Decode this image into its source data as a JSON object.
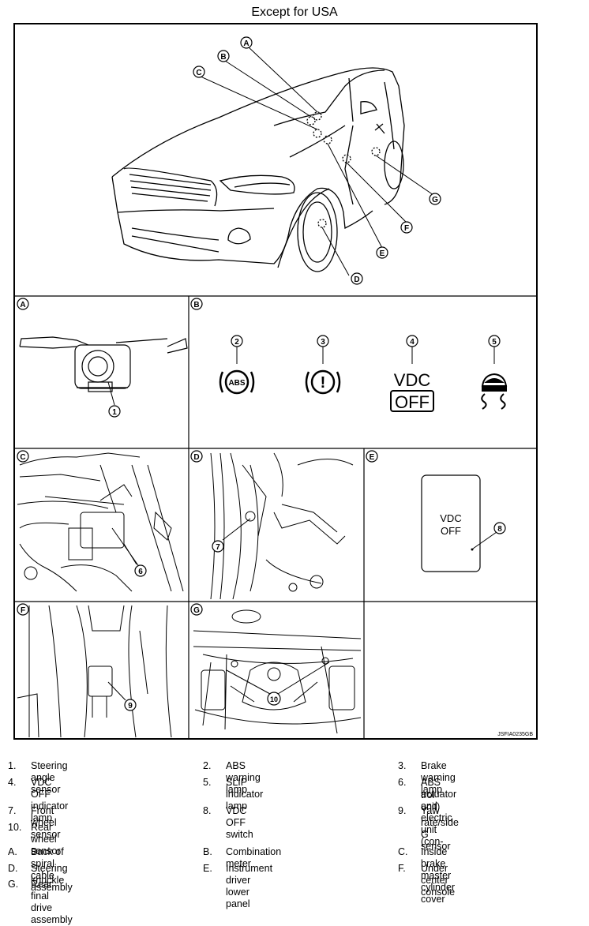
{
  "title": "Except for USA",
  "figure_code": "JSFIA0235GB",
  "callouts": {
    "A": "A",
    "B": "B",
    "C": "C",
    "D": "D",
    "E": "E",
    "F": "F",
    "G": "G"
  },
  "numbers": {
    "n1": "1",
    "n2": "2",
    "n3": "3",
    "n4": "4",
    "n5": "5",
    "n6": "6",
    "n7": "7",
    "n8": "8",
    "n9": "9",
    "n10": "10"
  },
  "meter": {
    "abs_text": "ABS",
    "brake_text": "!",
    "vdc_text": "VDC",
    "off_text": "OFF"
  },
  "switch": {
    "line1": "VDC",
    "line2": "OFF"
  },
  "legend_numbered": [
    {
      "num": "1.",
      "text": "Steering angle sensor"
    },
    {
      "num": "2.",
      "text": "ABS warning lamp"
    },
    {
      "num": "3.",
      "text": "Brake warning lamp"
    },
    {
      "num": "4.",
      "text": "VDC OFF indicator lamp"
    },
    {
      "num": "5.",
      "text": "SLIP indicator lamp"
    },
    {
      "num": "6.",
      "text": "ABS actuator and electric unit (con-"
    },
    {
      "num": "",
      "text": "trol unit)"
    },
    {
      "num": "7.",
      "text": "Front wheel sensor"
    },
    {
      "num": "8.",
      "text": "VDC OFF switch"
    },
    {
      "num": "9.",
      "text": "Yaw rate/side G sensor"
    },
    {
      "num": "10.",
      "text": "Rear wheel sensor"
    }
  ],
  "legend_lettered": [
    {
      "num": "A.",
      "text": "Back of spiral cable assembly"
    },
    {
      "num": "B.",
      "text": "Combination meter"
    },
    {
      "num": "C.",
      "text": "Inside brake master cylinder cover"
    },
    {
      "num": "D.",
      "text": "Steering knuckle"
    },
    {
      "num": "E.",
      "text": "Instrument driver lower panel"
    },
    {
      "num": "F.",
      "text": "Under center console"
    },
    {
      "num": "G.",
      "text": "Rear final drive assembly"
    }
  ]
}
